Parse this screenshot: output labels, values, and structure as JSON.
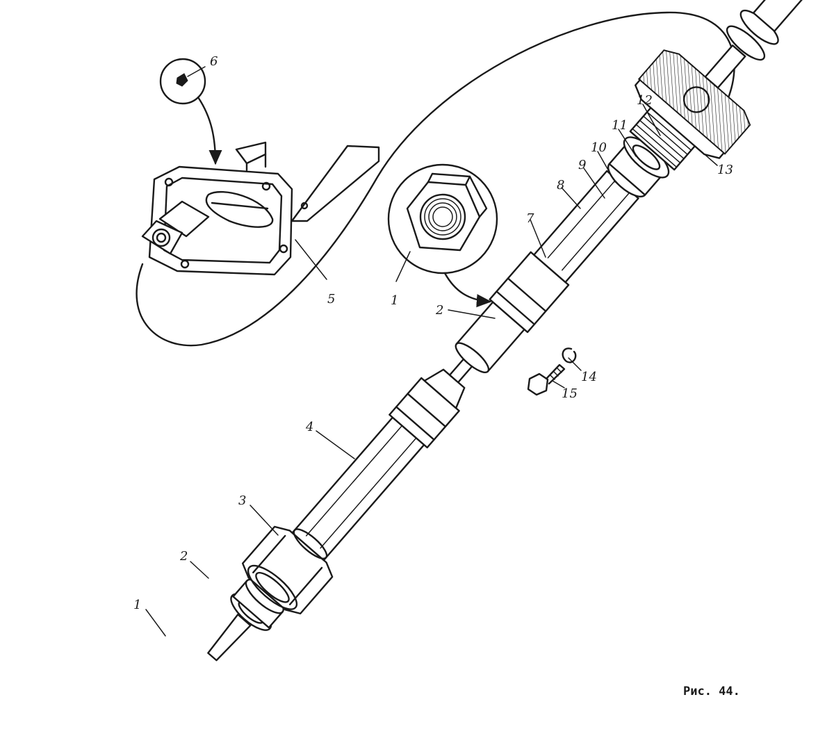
{
  "figure": {
    "caption": "Рис. 44."
  },
  "callouts": [
    "1",
    "2",
    "3",
    "4",
    "5",
    "6",
    "7",
    "8",
    "9",
    "10",
    "11",
    "12",
    "13",
    "14",
    "15",
    "1",
    "2"
  ],
  "colors": {
    "ink": "#1a1a1a",
    "paper": "#ffffff"
  }
}
